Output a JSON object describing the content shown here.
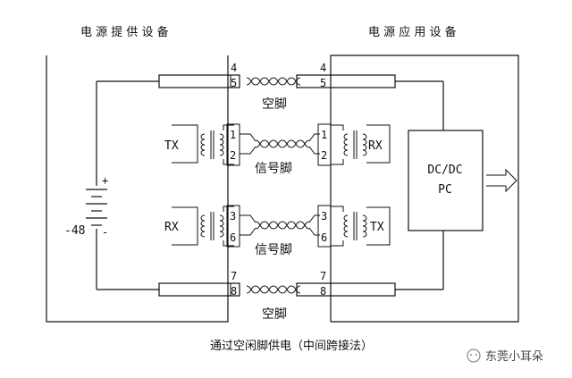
{
  "left_title": "电 源 提 供 设 备",
  "right_title": "电 源 应 用 设 备",
  "spare_pair_label": "空脚",
  "signal_pair_label": "信号脚",
  "pins": {
    "p4": "4",
    "p5": "5",
    "p1": "1",
    "p2": "2",
    "p3": "3",
    "p6": "6",
    "p7": "7",
    "p8": "8"
  },
  "tx": "TX",
  "rx": "RX",
  "battery": {
    "plus": "+",
    "minus": "-",
    "voltage": "-48"
  },
  "converter": {
    "line1": "DC/DC",
    "line2": "PC"
  },
  "caption": "通过空闲脚供电（中间跨接法）",
  "watermark": "东莞小耳朵"
}
